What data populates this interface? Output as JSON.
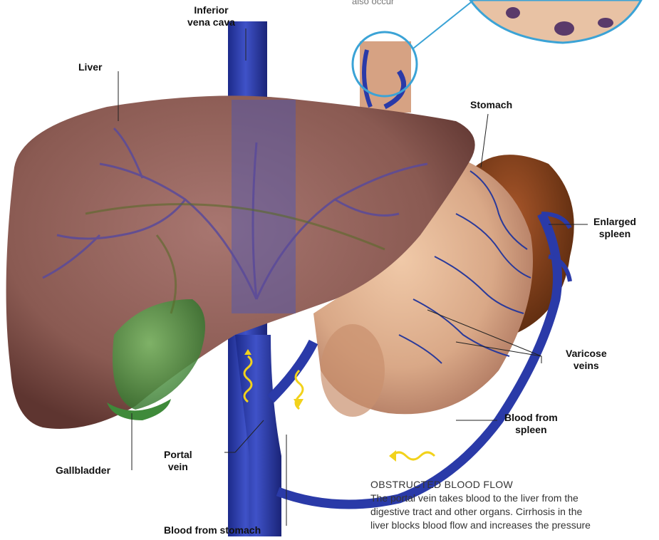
{
  "labels": {
    "ivc": [
      "Inferior",
      "vena cava"
    ],
    "liver": "Liver",
    "stomach": "Stomach",
    "spleen": [
      "Enlarged",
      "spleen"
    ],
    "varicose": [
      "Varicose",
      "veins"
    ],
    "blood_spleen": [
      "Blood from",
      "spleen"
    ],
    "portal": [
      "Portal",
      "vein"
    ],
    "gallbladder": "Gallbladder",
    "blood_stomach": "Blood from stomach"
  },
  "inset_note": "also occur",
  "caption": {
    "title": "OBSTRUCTED BLOOD FLOW",
    "lines": [
      "The portal vein takes blood to the liver from the",
      "digestive tract and other organs. Cirrhosis in the",
      "liver blocks blood flow and increases the pressure"
    ]
  },
  "colors": {
    "liver": "#8a5a52",
    "vein": "#2a3aa8",
    "stomach": "#d9a887",
    "spleen": "#7a3a14",
    "gallbladder": "#4f9a45",
    "arrow": "#f2d21b",
    "inset_ring": "#3ba3d6"
  }
}
